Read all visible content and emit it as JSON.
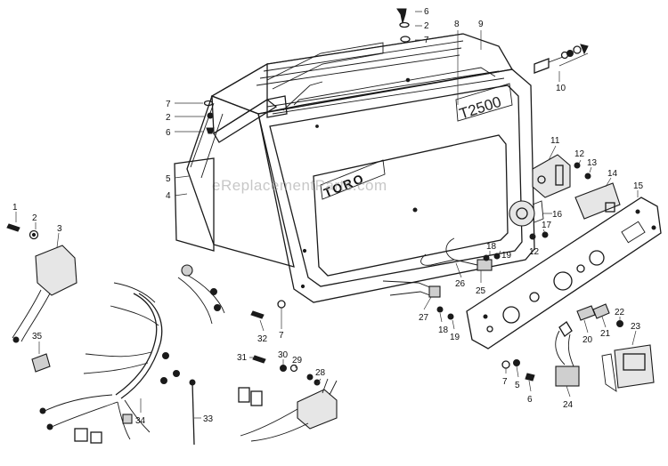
{
  "housing": {
    "brand_badge": "TORO",
    "model_badge": "T2500"
  },
  "watermark": "eReplacementParts.com",
  "callouts": [
    {
      "id": "c6-top",
      "text": "6"
    },
    {
      "id": "c2-top",
      "text": "2"
    },
    {
      "id": "c7-top",
      "text": "7"
    },
    {
      "id": "c8",
      "text": "8"
    },
    {
      "id": "c9",
      "text": "9"
    },
    {
      "id": "c10",
      "text": "10"
    },
    {
      "id": "c7-left",
      "text": "7"
    },
    {
      "id": "c2-left",
      "text": "2"
    },
    {
      "id": "c6-left",
      "text": "6"
    },
    {
      "id": "c5",
      "text": "5"
    },
    {
      "id": "c4",
      "text": "4"
    },
    {
      "id": "c1",
      "text": "1"
    },
    {
      "id": "c2-far-left",
      "text": "2"
    },
    {
      "id": "c3",
      "text": "3"
    },
    {
      "id": "c11",
      "text": "11"
    },
    {
      "id": "c12-a",
      "text": "12"
    },
    {
      "id": "c13",
      "text": "13"
    },
    {
      "id": "c14",
      "text": "14"
    },
    {
      "id": "c15",
      "text": "15"
    },
    {
      "id": "c16",
      "text": "16"
    },
    {
      "id": "c17",
      "text": "17"
    },
    {
      "id": "c12-b",
      "text": "12"
    },
    {
      "id": "c18-a",
      "text": "18"
    },
    {
      "id": "c19-a",
      "text": "19"
    },
    {
      "id": "c26",
      "text": "26"
    },
    {
      "id": "c25",
      "text": "25"
    },
    {
      "id": "c27",
      "text": "27"
    },
    {
      "id": "c18-b",
      "text": "18"
    },
    {
      "id": "c19-b",
      "text": "19"
    },
    {
      "id": "c22",
      "text": "22"
    },
    {
      "id": "c23",
      "text": "23"
    },
    {
      "id": "c20",
      "text": "20"
    },
    {
      "id": "c21",
      "text": "21"
    },
    {
      "id": "c32",
      "text": "32"
    },
    {
      "id": "c7-mid",
      "text": "7"
    },
    {
      "id": "c35",
      "text": "35"
    },
    {
      "id": "c31",
      "text": "31"
    },
    {
      "id": "c30",
      "text": "30"
    },
    {
      "id": "c29",
      "text": "29"
    },
    {
      "id": "c28",
      "text": "28"
    },
    {
      "id": "c33",
      "text": "33"
    },
    {
      "id": "c34",
      "text": "34"
    },
    {
      "id": "c7-bot",
      "text": "7"
    },
    {
      "id": "c5-bot",
      "text": "5"
    },
    {
      "id": "c6-bot",
      "text": "6"
    },
    {
      "id": "c24",
      "text": "24"
    }
  ]
}
